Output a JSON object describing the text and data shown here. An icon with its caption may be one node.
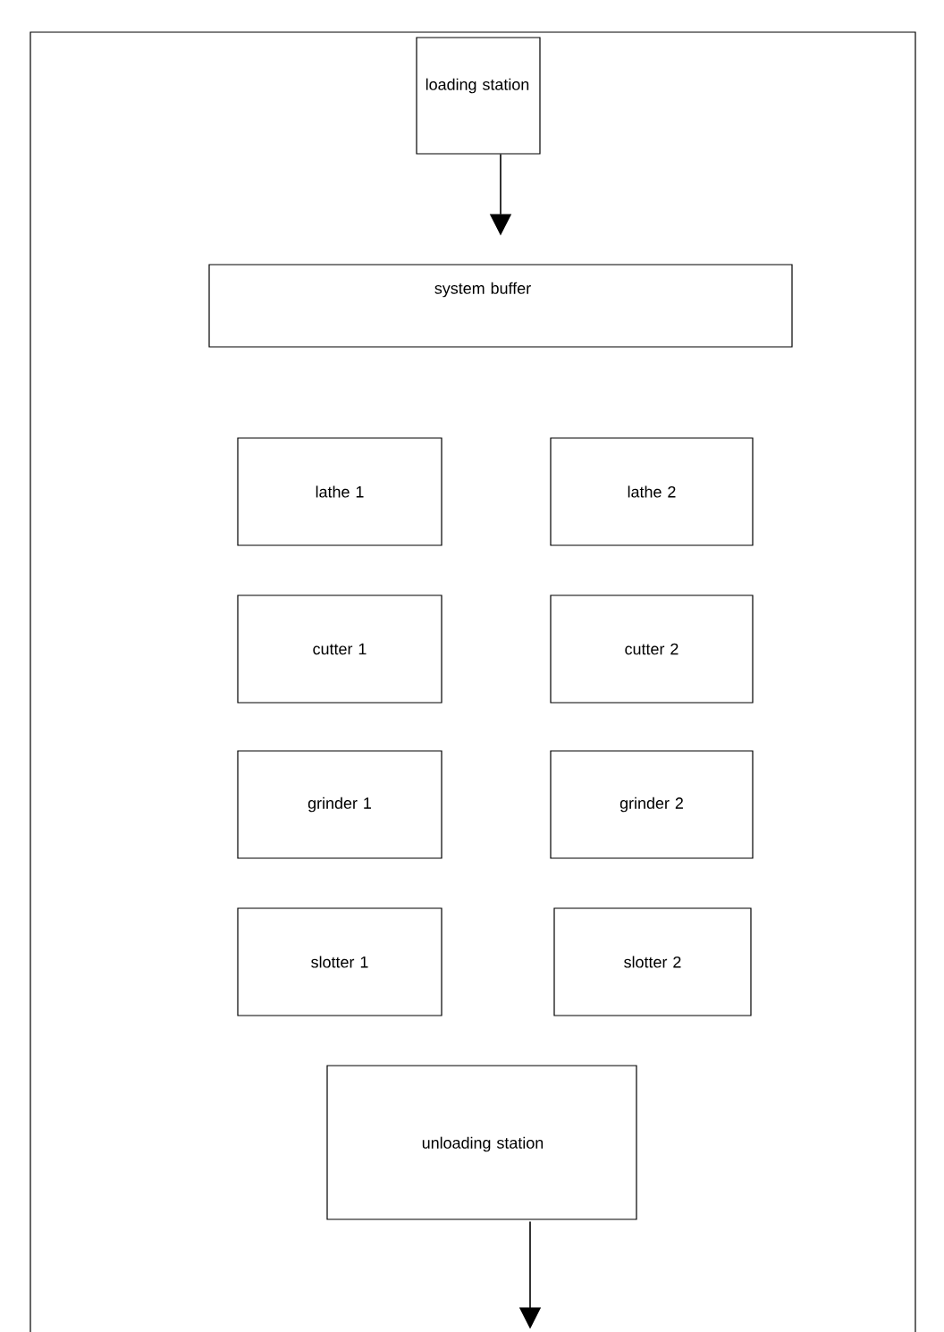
{
  "diagram": {
    "nodes": [
      {
        "text": [
          "loading station"
        ]
      },
      {
        "text": [
          "system buffer"
        ]
      },
      {
        "text": [
          "lathe 1"
        ]
      },
      {
        "text": [
          "lathe 2"
        ]
      },
      {
        "text": [
          "cutter 1"
        ]
      },
      {
        "text": [
          "cutter 2"
        ]
      },
      {
        "text": [
          "grinder 1"
        ]
      },
      {
        "text": [
          "grinder 2"
        ]
      },
      {
        "text": [
          "slotter 1"
        ]
      },
      {
        "text": [
          "slotter 2"
        ]
      },
      {
        "text": [
          "unloading station"
        ]
      }
    ],
    "edges": [
      {
        "from": 0,
        "to": 1,
        "arrow": "to"
      },
      {
        "from": 10,
        "to": null,
        "arrow": "to"
      }
    ]
  }
}
